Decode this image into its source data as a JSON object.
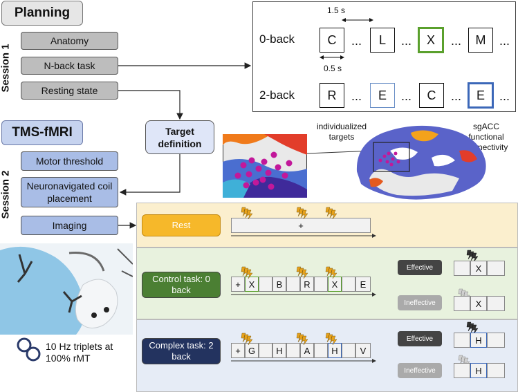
{
  "planning": {
    "title": "Planning",
    "session_label": "Session 1",
    "steps": [
      "Anatomy",
      "N-back task",
      "Resting state"
    ]
  },
  "tms": {
    "title": "TMS-fMRI",
    "session_label": "Session 2",
    "steps": [
      "Motor threshold",
      "Neuronavigated coil placement",
      "Imaging"
    ]
  },
  "target_definition": "Target definition",
  "nback": {
    "interval_label": "1.5 s",
    "duration_label": "0.5 s",
    "zero_back": {
      "label": "0-back",
      "letters": [
        "C",
        "L",
        "X",
        "M"
      ]
    },
    "two_back": {
      "label": "2-back",
      "letters": [
        "R",
        "E",
        "C",
        "E"
      ]
    },
    "ellipsis": "..."
  },
  "brain": {
    "targets_label": "individualized targets",
    "connectivity_label": "sgACC functional connectivity"
  },
  "coil": {
    "stimulation_label": "10 Hz triplets at 100% rMT"
  },
  "conditions": {
    "rest": {
      "label": "Rest",
      "timeline": [
        "+"
      ]
    },
    "control": {
      "label": "Control task: 0 back",
      "timeline": [
        "+",
        "X",
        "B",
        "R",
        "X",
        "E"
      ]
    },
    "complex": {
      "label": "Complex task: 2 back",
      "timeline": [
        "+",
        "G",
        "H",
        "A",
        "H",
        "V"
      ]
    }
  },
  "outcomes": {
    "effective": "Effective",
    "ineffective": "Ineffective",
    "control_letter": "X",
    "complex_letter": "H"
  },
  "colors": {
    "rest_band": "#fbefce",
    "control_band": "#e8f2de",
    "complex_band": "#e6ecf6",
    "rest_box": "#f6b82a",
    "control_box": "#4b7f33",
    "complex_box": "#23335f",
    "green_frame": "#5aa02c",
    "blue_frame": "#3b67b8",
    "effective": "#444444",
    "ineffective": "#aaaaaa"
  }
}
